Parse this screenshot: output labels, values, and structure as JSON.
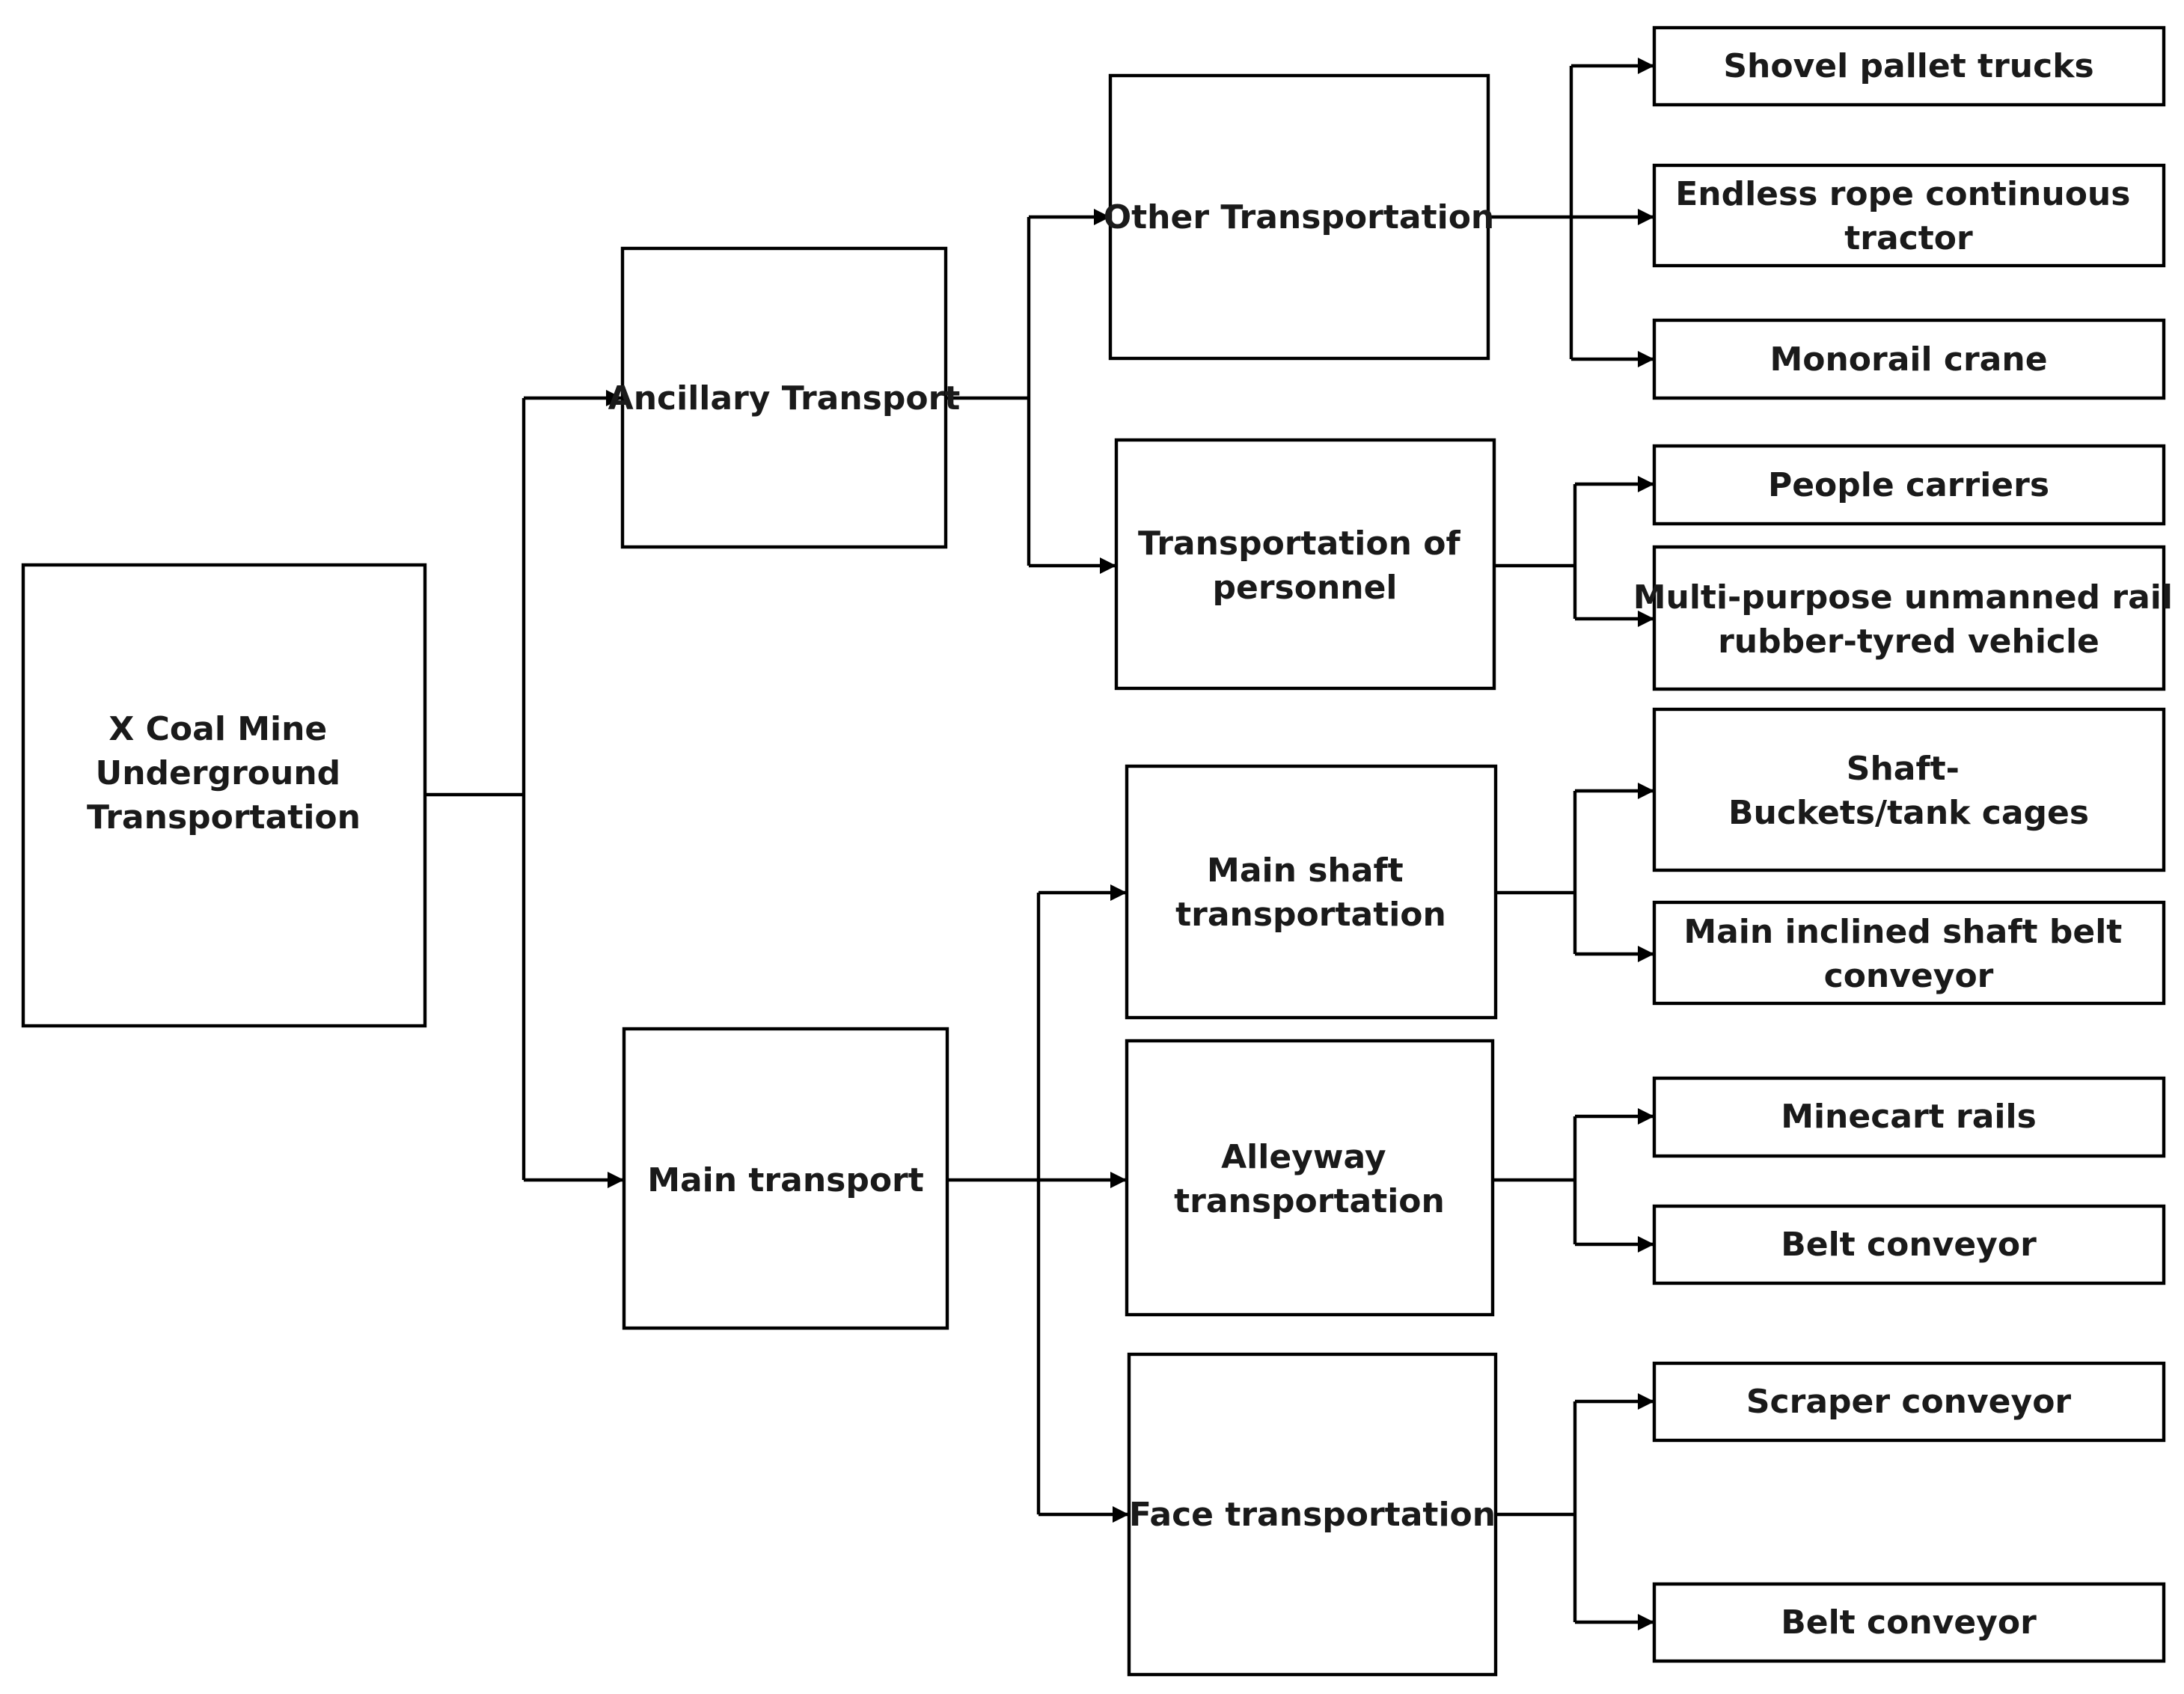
{
  "diagram": {
    "root": {
      "lines": [
        "X Coal Mine",
        "Underground",
        "Transportation"
      ]
    },
    "ancillary": {
      "lines": [
        "Ancillary Transport"
      ]
    },
    "main": {
      "lines": [
        "Main transport"
      ]
    },
    "other_transportation": {
      "lines": [
        "Other Transportation"
      ]
    },
    "personnel": {
      "lines": [
        "Transportation of",
        "personnel"
      ]
    },
    "main_shaft": {
      "lines": [
        "Main shaft",
        "transportation"
      ]
    },
    "alleyway": {
      "lines": [
        "Alleyway",
        "transportation"
      ]
    },
    "face": {
      "lines": [
        "Face transportation"
      ]
    },
    "shovel_pallet_trucks": {
      "lines": [
        "Shovel pallet trucks"
      ]
    },
    "endless_rope_tractor": {
      "lines": [
        "Endless rope continuous",
        "tractor"
      ]
    },
    "monorail_crane": {
      "lines": [
        "Monorail crane"
      ]
    },
    "people_carriers": {
      "lines": [
        "People carriers"
      ]
    },
    "multi_purpose_vehicle": {
      "lines": [
        "Multi-purpose unmanned rail",
        "rubber-tyred vehicle"
      ]
    },
    "shaft_buckets": {
      "lines": [
        "Shaft-",
        "Buckets/tank cages"
      ]
    },
    "main_inclined_belt": {
      "lines": [
        "Main inclined shaft belt",
        "conveyor"
      ]
    },
    "minecart_rails": {
      "lines": [
        "Minecart rails"
      ]
    },
    "alleyway_belt_conveyor": {
      "lines": [
        "Belt conveyor"
      ]
    },
    "scraper_conveyor": {
      "lines": [
        "Scraper conveyor"
      ]
    },
    "face_belt_conveyor": {
      "lines": [
        "Belt conveyor"
      ]
    }
  }
}
